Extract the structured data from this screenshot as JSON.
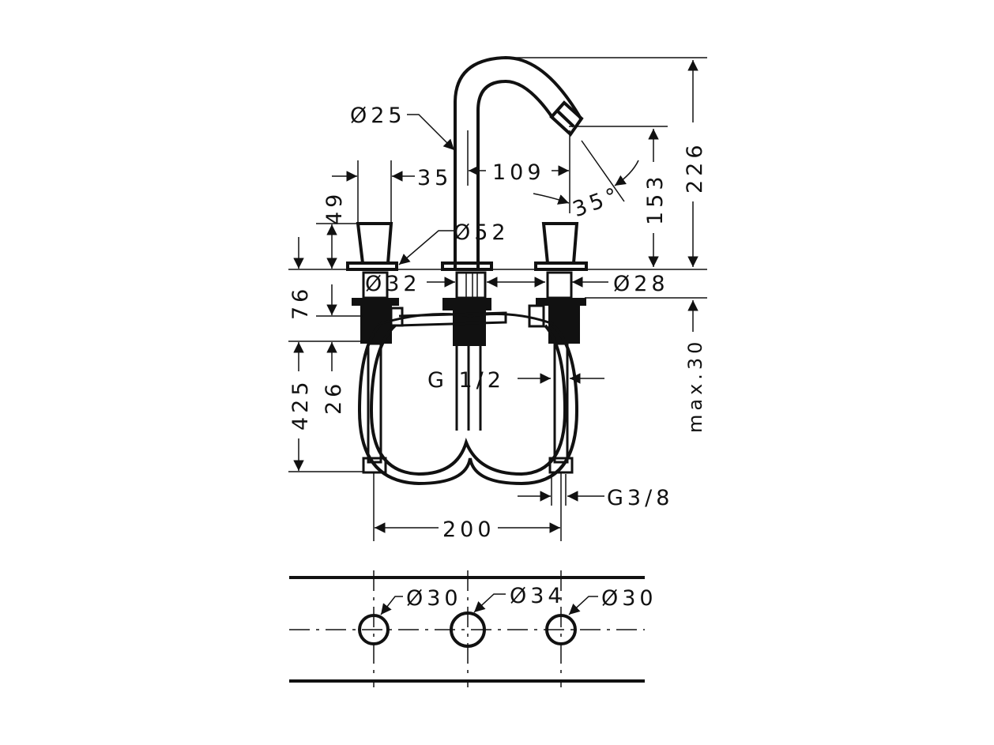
{
  "drawing": {
    "title": "Three-hole basin mixer dimension drawing",
    "units": "mm",
    "labels": {
      "spout_diameter": "Ø25",
      "handle_width": "35",
      "spout_projection": "109",
      "spout_angle": "35°",
      "spout_outlet_height": "153",
      "total_height": "226",
      "handle_height": "49",
      "rosette_diameter": "Ø52",
      "body_diameter": "Ø32",
      "side_body_diameter": "Ø28",
      "body_depth": "76",
      "hose_length": "425",
      "shank_length": "26",
      "inlet_thread": "G 1/2",
      "max_deck_thickness": "max.30",
      "hose_thread": "G3/8",
      "center_spacing": "200"
    },
    "hole_plan": {
      "holes": [
        {
          "label": "Ø30"
        },
        {
          "label": "Ø34"
        },
        {
          "label": "Ø30"
        }
      ]
    }
  }
}
